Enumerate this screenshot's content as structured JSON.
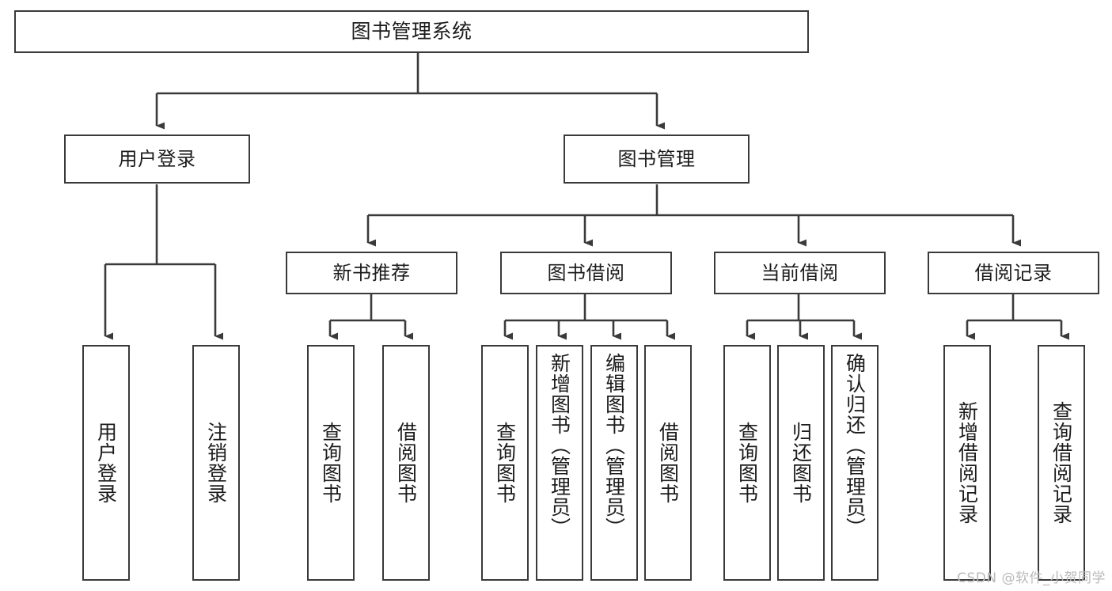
{
  "diagram": {
    "title": "图书管理系统",
    "background_color": "#ffffff",
    "line_color": "#3a3a3a",
    "text_color": "#1c1c1c",
    "root": {
      "label": "图书管理系统"
    },
    "level2": [
      {
        "label": "用户登录"
      },
      {
        "label": "图书管理"
      }
    ],
    "level3": [
      {
        "label": "新书推荐"
      },
      {
        "label": "图书借阅"
      },
      {
        "label": "当前借阅"
      },
      {
        "label": "借阅记录"
      }
    ],
    "leaves": {
      "user_login": [
        {
          "label": "用户登录"
        },
        {
          "label": "注销登录"
        }
      ],
      "new_book": [
        {
          "label": "查询图书"
        },
        {
          "label": "借阅图书"
        }
      ],
      "book_borrow": [
        {
          "label": "查询图书"
        },
        {
          "label": "新增图书（管理员）"
        },
        {
          "label": "编辑图书（管理员）"
        },
        {
          "label": "借阅图书"
        }
      ],
      "current_borrow": [
        {
          "label": "查询图书"
        },
        {
          "label": "归还图书"
        },
        {
          "label": "确认归还（管理员）"
        }
      ],
      "borrow_record": [
        {
          "label": "新增借阅记录"
        },
        {
          "label": "查询借阅记录"
        }
      ]
    }
  },
  "watermark": {
    "text": "CSDN @软件_小贺同学"
  }
}
